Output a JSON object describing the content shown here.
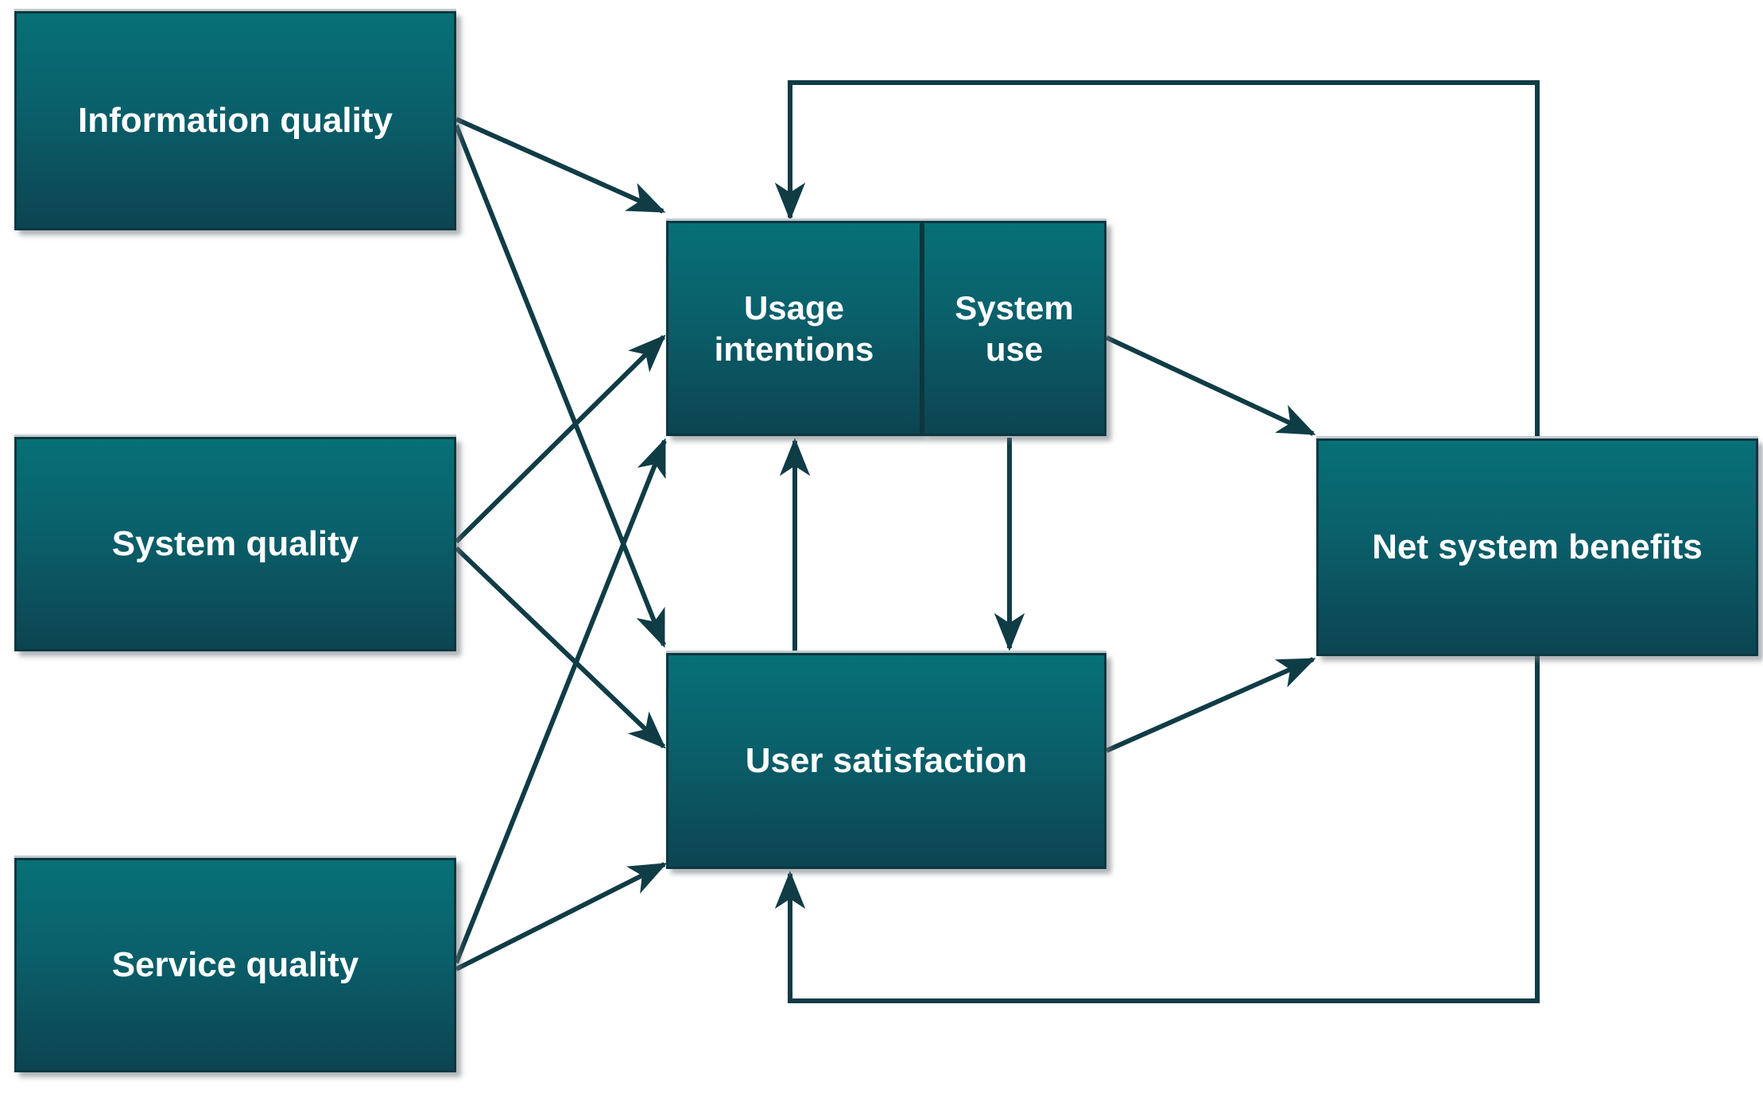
{
  "diagram": {
    "type": "flow-diagram",
    "description_visible_text_only": true,
    "nodes": {
      "information_quality": {
        "label": "Information quality"
      },
      "system_quality": {
        "label": "System quality"
      },
      "service_quality": {
        "label": "Service quality"
      },
      "usage_intentions": {
        "label": "Usage intentions"
      },
      "system_use": {
        "label": "System use"
      },
      "user_satisfaction": {
        "label": "User satisfaction"
      },
      "net_system_benefits": {
        "label": "Net system benefits"
      }
    },
    "edges": [
      {
        "from": "Information quality",
        "to": "Usage intentions",
        "kind": "direct"
      },
      {
        "from": "Information quality",
        "to": "User satisfaction",
        "kind": "direct"
      },
      {
        "from": "System quality",
        "to": "Usage intentions",
        "kind": "direct"
      },
      {
        "from": "System quality",
        "to": "User satisfaction",
        "kind": "direct"
      },
      {
        "from": "Service quality",
        "to": "Usage intentions",
        "kind": "direct"
      },
      {
        "from": "Service quality",
        "to": "User satisfaction",
        "kind": "direct"
      },
      {
        "from": "User satisfaction",
        "to": "Usage intentions",
        "kind": "direct"
      },
      {
        "from": "System use",
        "to": "User satisfaction",
        "kind": "direct"
      },
      {
        "from": "System use",
        "to": "Net system benefits",
        "kind": "direct"
      },
      {
        "from": "User satisfaction",
        "to": "Net system benefits",
        "kind": "direct"
      },
      {
        "from": "Net system benefits",
        "to": "Usage intentions",
        "kind": "feedback-loop"
      },
      {
        "from": "Net system benefits",
        "to": "User satisfaction",
        "kind": "feedback-loop"
      }
    ],
    "colors": {
      "node_fill_top": "#077077",
      "node_fill_mid": "#0a5f6a",
      "node_fill_bottom": "#0c4451",
      "node_border": "#0d3741",
      "node_highlight": "#c2cbcd",
      "arrow": "#103c46",
      "label_text": "#ffffff",
      "background": "#ffffff"
    }
  }
}
